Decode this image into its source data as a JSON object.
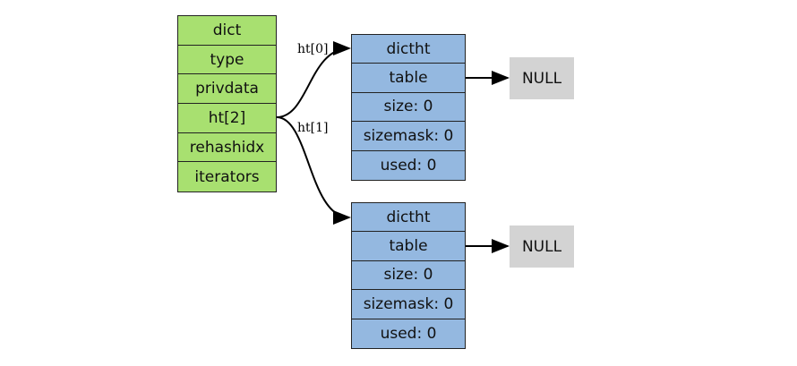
{
  "dict": {
    "fields": [
      "dict",
      "type",
      "privdata",
      "ht[2]",
      "rehashidx",
      "iterators"
    ]
  },
  "dictht": [
    {
      "fields": [
        "dictht",
        "table",
        "size: 0",
        "sizemask: 0",
        "used: 0"
      ],
      "table_target": "NULL"
    },
    {
      "fields": [
        "dictht",
        "table",
        "size: 0",
        "sizemask: 0",
        "used: 0"
      ],
      "table_target": "NULL"
    }
  ],
  "edges": {
    "ht0": "ht[0]",
    "ht1": "ht[1]"
  },
  "colors": {
    "dict": "#a8e070",
    "dictht": "#94b8e0",
    "null": "#d3d3d3"
  }
}
